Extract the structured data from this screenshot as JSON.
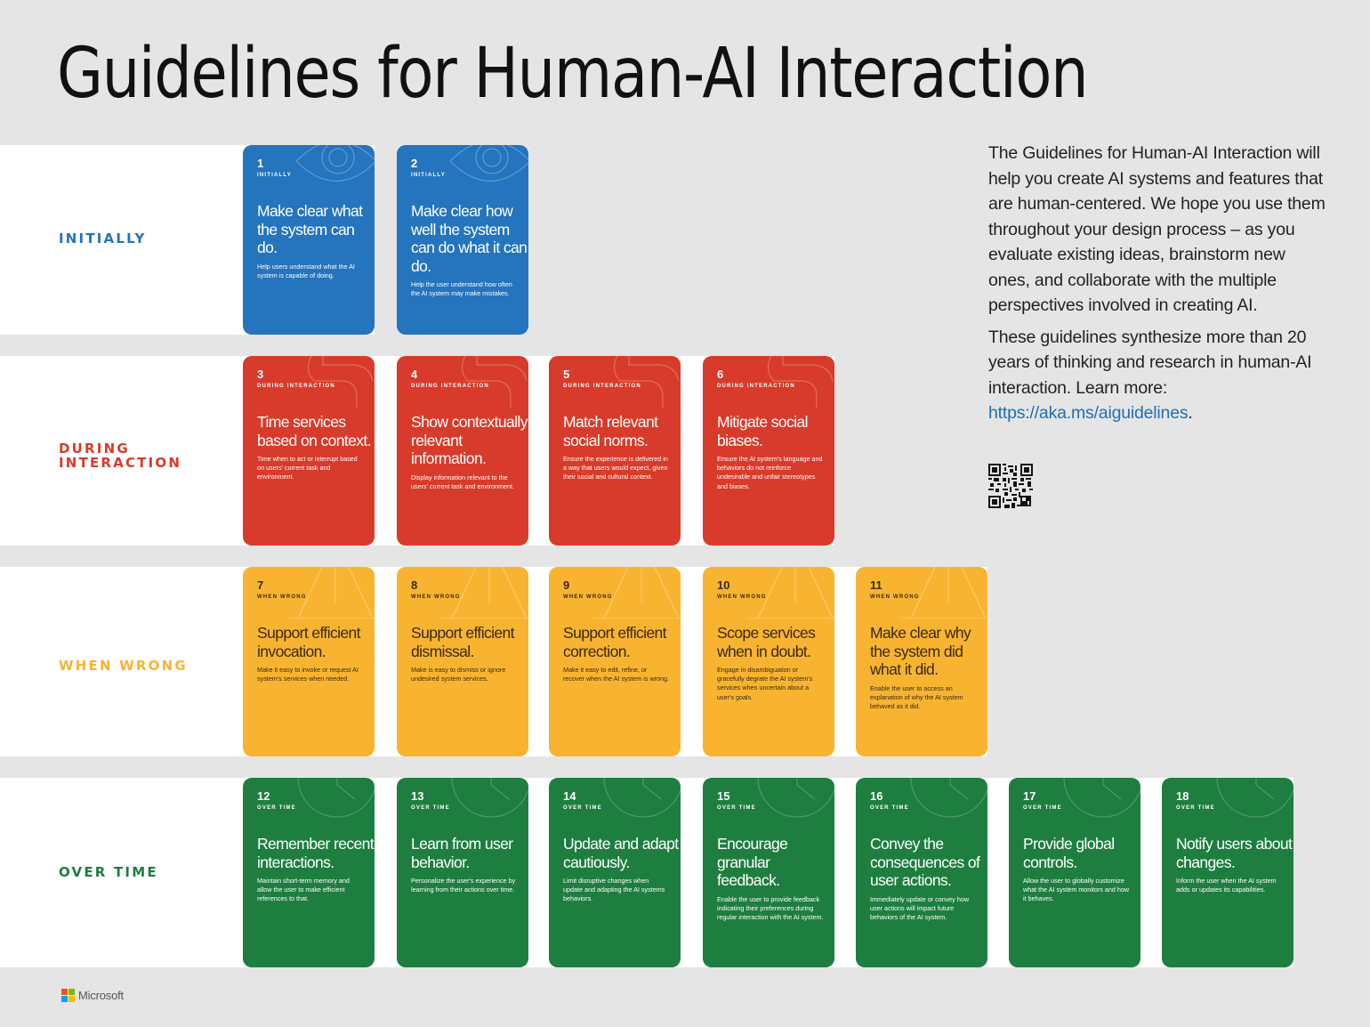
{
  "title": "Guidelines for Human-AI Interaction",
  "colors": {
    "initially": "#2474be",
    "during_interaction": "#d83b2b",
    "when_wrong": "#f8b431",
    "over_time": "#1e7e40",
    "background": "#e5e5e5",
    "link": "#1f6fb5"
  },
  "rows": [
    {
      "label_line1": "INITIALLY",
      "label_line2": ""
    },
    {
      "label_line1": "DURING",
      "label_line2": "INTERACTION"
    },
    {
      "label_line1": "WHEN WRONG",
      "label_line2": ""
    },
    {
      "label_line1": "OVER TIME",
      "label_line2": ""
    }
  ],
  "cards": [
    {
      "num": "1",
      "category": "INITIALLY",
      "headline": "Make clear what the system can do.",
      "desc": "Help users understand what the AI system is capable of doing.",
      "icon": "eye-icon"
    },
    {
      "num": "2",
      "category": "INITIALLY",
      "headline": "Make clear how well the system can do what it can do.",
      "desc": "Help the user understand how often the AI system may make mistakes.",
      "icon": "eye-icon"
    },
    {
      "num": "3",
      "category": "DURING INTERACTION",
      "headline": "Time services based on context.",
      "desc": "Time when to act or interrupt based on users' current task and environment.",
      "icon": "hook-icon"
    },
    {
      "num": "4",
      "category": "DURING INTERACTION",
      "headline": "Show contextually relevant information.",
      "desc": "Display information relevant to the users' current task and environment.",
      "icon": "hook-icon"
    },
    {
      "num": "5",
      "category": "DURING INTERACTION",
      "headline": "Match relevant social norms.",
      "desc": "Ensure the experience is delivered in a way that users would expect, given their social and cultural context.",
      "icon": "hook-icon"
    },
    {
      "num": "6",
      "category": "DURING INTERACTION",
      "headline": "Mitigate social biases.",
      "desc": "Ensure the AI system's language and behaviors do not reinforce undesirable and unfair stereotypes and biases.",
      "icon": "hook-icon"
    },
    {
      "num": "7",
      "category": "WHEN WRONG",
      "headline": "Support efficient invocation.",
      "desc": "Make it easy to invoke or request AI system's services when needed.",
      "icon": "warning-triangle-icon"
    },
    {
      "num": "8",
      "category": "WHEN WRONG",
      "headline": "Support efficient dismissal.",
      "desc": "Make is easy to dismiss or ignore undesired system services.",
      "icon": "warning-triangle-icon"
    },
    {
      "num": "9",
      "category": "WHEN WRONG",
      "headline": "Support efficient correction.",
      "desc": "Make it easy to edit, refine, or recover when the AI system is wrong.",
      "icon": "warning-triangle-icon"
    },
    {
      "num": "10",
      "category": "WHEN WRONG",
      "headline": "Scope services when in doubt.",
      "desc": "Engage in disambiguation or gracefully degrate the AI system's services when uncertain about a user's goals.",
      "icon": "warning-triangle-icon"
    },
    {
      "num": "11",
      "category": "WHEN WRONG",
      "headline": "Make clear why the system did what it did.",
      "desc": "Enable the user to access an explanation of why the AI system behaved as it did.",
      "icon": "warning-triangle-icon"
    },
    {
      "num": "12",
      "category": "OVER TIME",
      "headline": "Remember recent interactions.",
      "desc": "Maintain short-term memory and allow the user to make efficient references to that.",
      "icon": "clock-icon"
    },
    {
      "num": "13",
      "category": "OVER TIME",
      "headline": "Learn from user behavior.",
      "desc": "Personalize the user's experience by learning from their actions over time.",
      "icon": "clock-icon"
    },
    {
      "num": "14",
      "category": "OVER TIME",
      "headline": "Update and adapt cautiously.",
      "desc": "Limit disruptive changes when update and adapting the AI systems behaviors.",
      "icon": "clock-icon"
    },
    {
      "num": "15",
      "category": "OVER TIME",
      "headline": "Encourage granular feedback.",
      "desc": "Enable the user to provide feedback indicating their preferences during regular interaction with the AI system.",
      "icon": "clock-icon"
    },
    {
      "num": "16",
      "category": "OVER TIME",
      "headline": "Convey the consequences of user actions.",
      "desc": "Immediately update or convey how user actions will impact future behaviors of the AI system.",
      "icon": "clock-icon"
    },
    {
      "num": "17",
      "category": "OVER TIME",
      "headline": "Provide global controls.",
      "desc": "Allow the user to globally customize what the AI system monitors and how it behaves.",
      "icon": "clock-icon"
    },
    {
      "num": "18",
      "category": "OVER TIME",
      "headline": "Notify users about changes.",
      "desc": "Inform the user when the AI system adds or updates its capabilities.",
      "icon": "clock-icon"
    }
  ],
  "intro": {
    "paragraph1": "The Guidelines for Human-AI Interaction will help you create AI systems and features that are human-centered. We hope you use them throughout your design process – as you evaluate existing ideas, brainstorm new ones, and collaborate with the multiple perspectives involved in creating AI.",
    "paragraph2": "These guidelines synthesize more than 20 years of thinking and research in human-AI interaction. Learn more:",
    "link": "https://aka.ms/aiguidelines",
    "link_suffix": "."
  },
  "footer": {
    "brand": "Microsoft"
  }
}
